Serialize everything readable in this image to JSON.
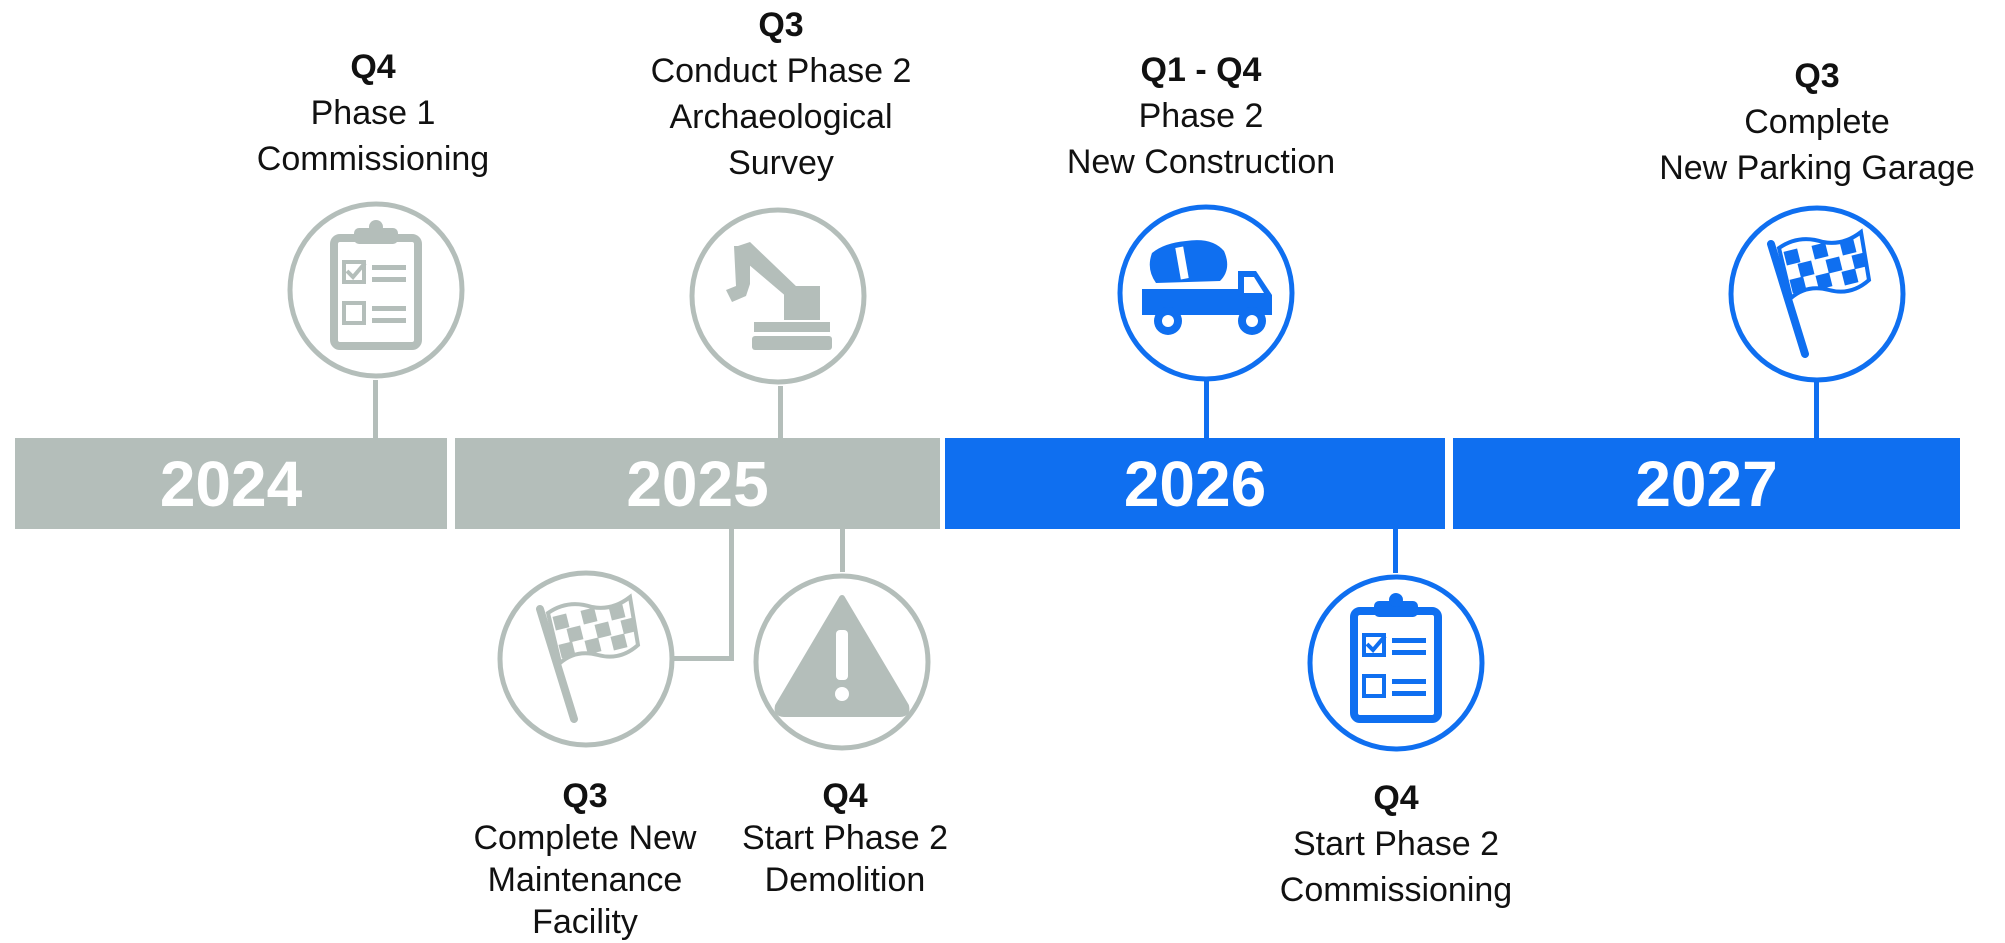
{
  "colors": {
    "past": "#b4beba",
    "future": "#0f6ff0",
    "text": "#111111"
  },
  "years": [
    {
      "label": "2024",
      "state": "past"
    },
    {
      "label": "2025",
      "state": "past"
    },
    {
      "label": "2026",
      "state": "future"
    },
    {
      "label": "2027",
      "state": "future"
    }
  ],
  "milestones": [
    {
      "id": "m1",
      "quarter": "Q4",
      "lines": [
        "Phase 1",
        "Commissioning"
      ],
      "icon": "clipboard-icon",
      "state": "past"
    },
    {
      "id": "m2",
      "quarter": "Q3",
      "lines": [
        "Conduct Phase 2",
        "Archaeological",
        "Survey"
      ],
      "icon": "excavator-icon",
      "state": "past"
    },
    {
      "id": "m3",
      "quarter": "Q1 - Q4",
      "lines": [
        "Phase 2",
        "New Construction"
      ],
      "icon": "cement-truck-icon",
      "state": "future"
    },
    {
      "id": "m4",
      "quarter": "Q3",
      "lines": [
        "Complete",
        "New Parking Garage"
      ],
      "icon": "checkered-flag-icon",
      "state": "future"
    },
    {
      "id": "m5",
      "quarter": "Q3",
      "lines": [
        "Complete New",
        "Maintenance",
        "Facility"
      ],
      "icon": "checkered-flag-icon",
      "state": "past"
    },
    {
      "id": "m6",
      "quarter": "Q4",
      "lines": [
        "Start Phase 2",
        "Demolition"
      ],
      "icon": "warning-icon",
      "state": "past"
    },
    {
      "id": "m7",
      "quarter": "Q4",
      "lines": [
        "Start Phase 2",
        "Commissioning"
      ],
      "icon": "clipboard-icon",
      "state": "future"
    }
  ]
}
